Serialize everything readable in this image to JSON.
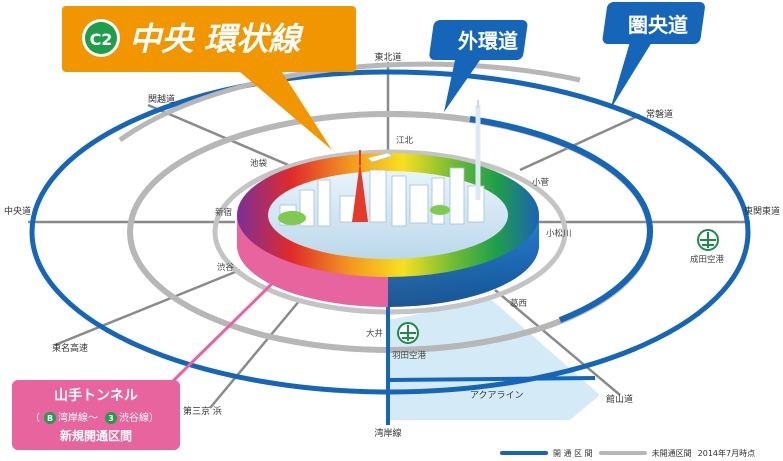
{
  "colors": {
    "open_route": "#1565b8",
    "unopened_route": "#b7b7b7",
    "c2_callout": "#f29600",
    "tunnel_callout": "#e8649e",
    "aqualine_area": "#cfe9f6"
  },
  "callouts": {
    "c2": {
      "badge": "C2",
      "title": "中央 環状線"
    },
    "gaikan": {
      "title": "外環道"
    },
    "kenodo": {
      "title": "圏央道"
    },
    "tunnel": {
      "title": "山手トンネル",
      "badge_b": "B",
      "route_line_pre": "（",
      "route_line_a": "湾岸線～",
      "badge_3": "3",
      "route_line_b": "渋谷線）",
      "line3": "新規開通区間"
    }
  },
  "routes": {
    "n": "東北道",
    "nw": "関越道",
    "w": "中央道",
    "e": "東関東道",
    "sw": "東名高速",
    "s": "湾岸線",
    "ne": "常磐道",
    "se": "館山道",
    "aqua": "アクアライン",
    "daisan": "第三京 浜"
  },
  "junctions": {
    "ikebukuro": "池袋",
    "shinjuku": "新宿",
    "shibuya": "渋谷",
    "oi": "大井",
    "kohoku": "江北",
    "kosuge": "小菅",
    "komatsugawa": "小松川",
    "kasai": "葛西"
  },
  "airports": {
    "narita": "成田空港",
    "haneda": "羽田空港"
  },
  "legend": {
    "open": "開 通 区 間",
    "unopened": "未開通区間",
    "date": "2014年7月時点"
  }
}
